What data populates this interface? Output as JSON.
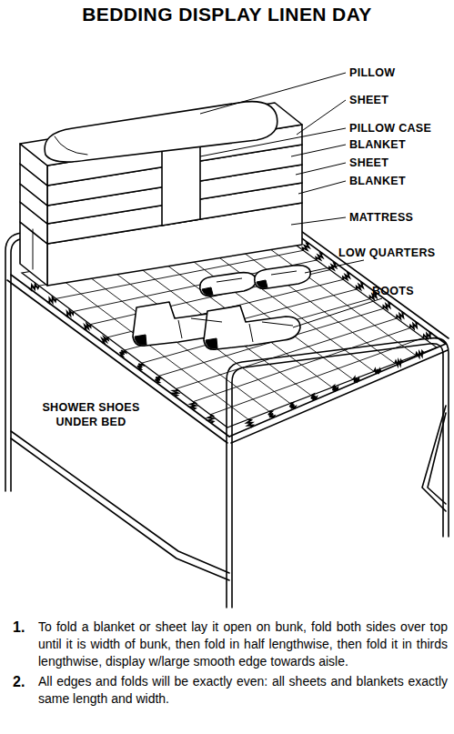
{
  "diagram": {
    "title": "BEDDING DISPLAY LINEN DAY",
    "labels": [
      "PILLOW",
      "SHEET",
      "PILLOW CASE",
      "BLANKET",
      "SHEET",
      "BLANKET",
      "MATTRESS",
      "LOW QUARTERS",
      "BOOTS",
      "SHOWER SHOES UNDER BED",
      "1.",
      "To fold a blanket or sheet lay it open on bunk, fold both sides over top until it is width of bunk, then fold in half lengthwise, then fold it in thirds lengthwise, display w/large smooth edge towards aisle.",
      "2.",
      "All edges and folds will be exactly even: all sheets and blankets exactly same length and width."
    ]
  }
}
